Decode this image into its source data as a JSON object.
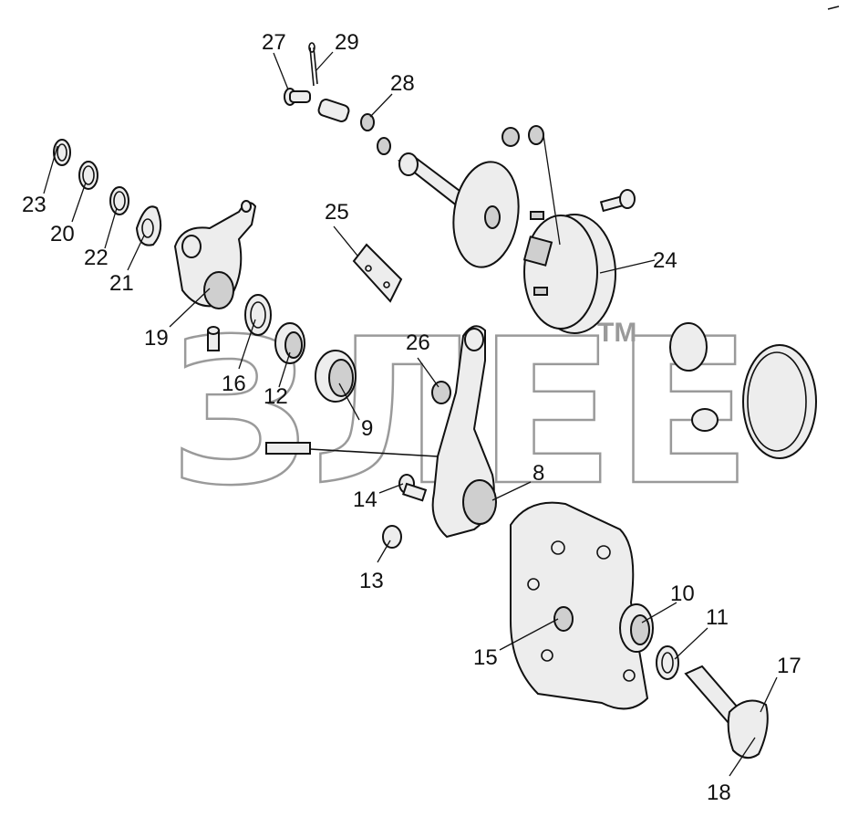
{
  "diagram": {
    "watermark": "ЗЛЕЕ",
    "trademark": "TM",
    "callouts": [
      {
        "id": "27",
        "label": "27"
      },
      {
        "id": "29",
        "label": "29"
      },
      {
        "id": "28",
        "label": "28"
      },
      {
        "id": "23",
        "label": "23"
      },
      {
        "id": "20",
        "label": "20"
      },
      {
        "id": "22",
        "label": "22"
      },
      {
        "id": "21",
        "label": "21"
      },
      {
        "id": "25",
        "label": "25"
      },
      {
        "id": "24",
        "label": "24"
      },
      {
        "id": "19",
        "label": "19"
      },
      {
        "id": "26",
        "label": "26"
      },
      {
        "id": "16",
        "label": "16"
      },
      {
        "id": "12",
        "label": "12"
      },
      {
        "id": "9",
        "label": "9"
      },
      {
        "id": "8",
        "label": "8"
      },
      {
        "id": "14",
        "label": "14"
      },
      {
        "id": "13",
        "label": "13"
      },
      {
        "id": "10",
        "label": "10"
      },
      {
        "id": "11",
        "label": "11"
      },
      {
        "id": "15",
        "label": "15"
      },
      {
        "id": "17",
        "label": "17"
      },
      {
        "id": "18",
        "label": "18"
      }
    ]
  }
}
